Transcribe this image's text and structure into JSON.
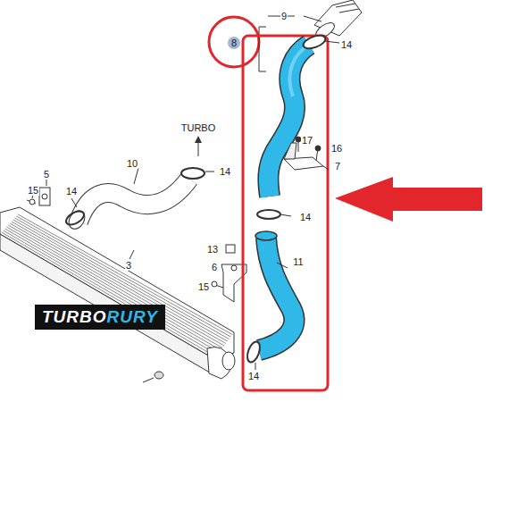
{
  "diagram": {
    "nodes": [
      {
        "text": [
          "8"
        ]
      },
      {
        "text": [
          "TURBO",
          "RURY"
        ]
      }
    ],
    "labels": [
      "9",
      "14",
      "17",
      "16",
      "7",
      "TURBO",
      "10",
      "14",
      "15",
      "5",
      "14",
      "3",
      "13",
      "6",
      "15",
      "14",
      "11",
      "14"
    ]
  }
}
